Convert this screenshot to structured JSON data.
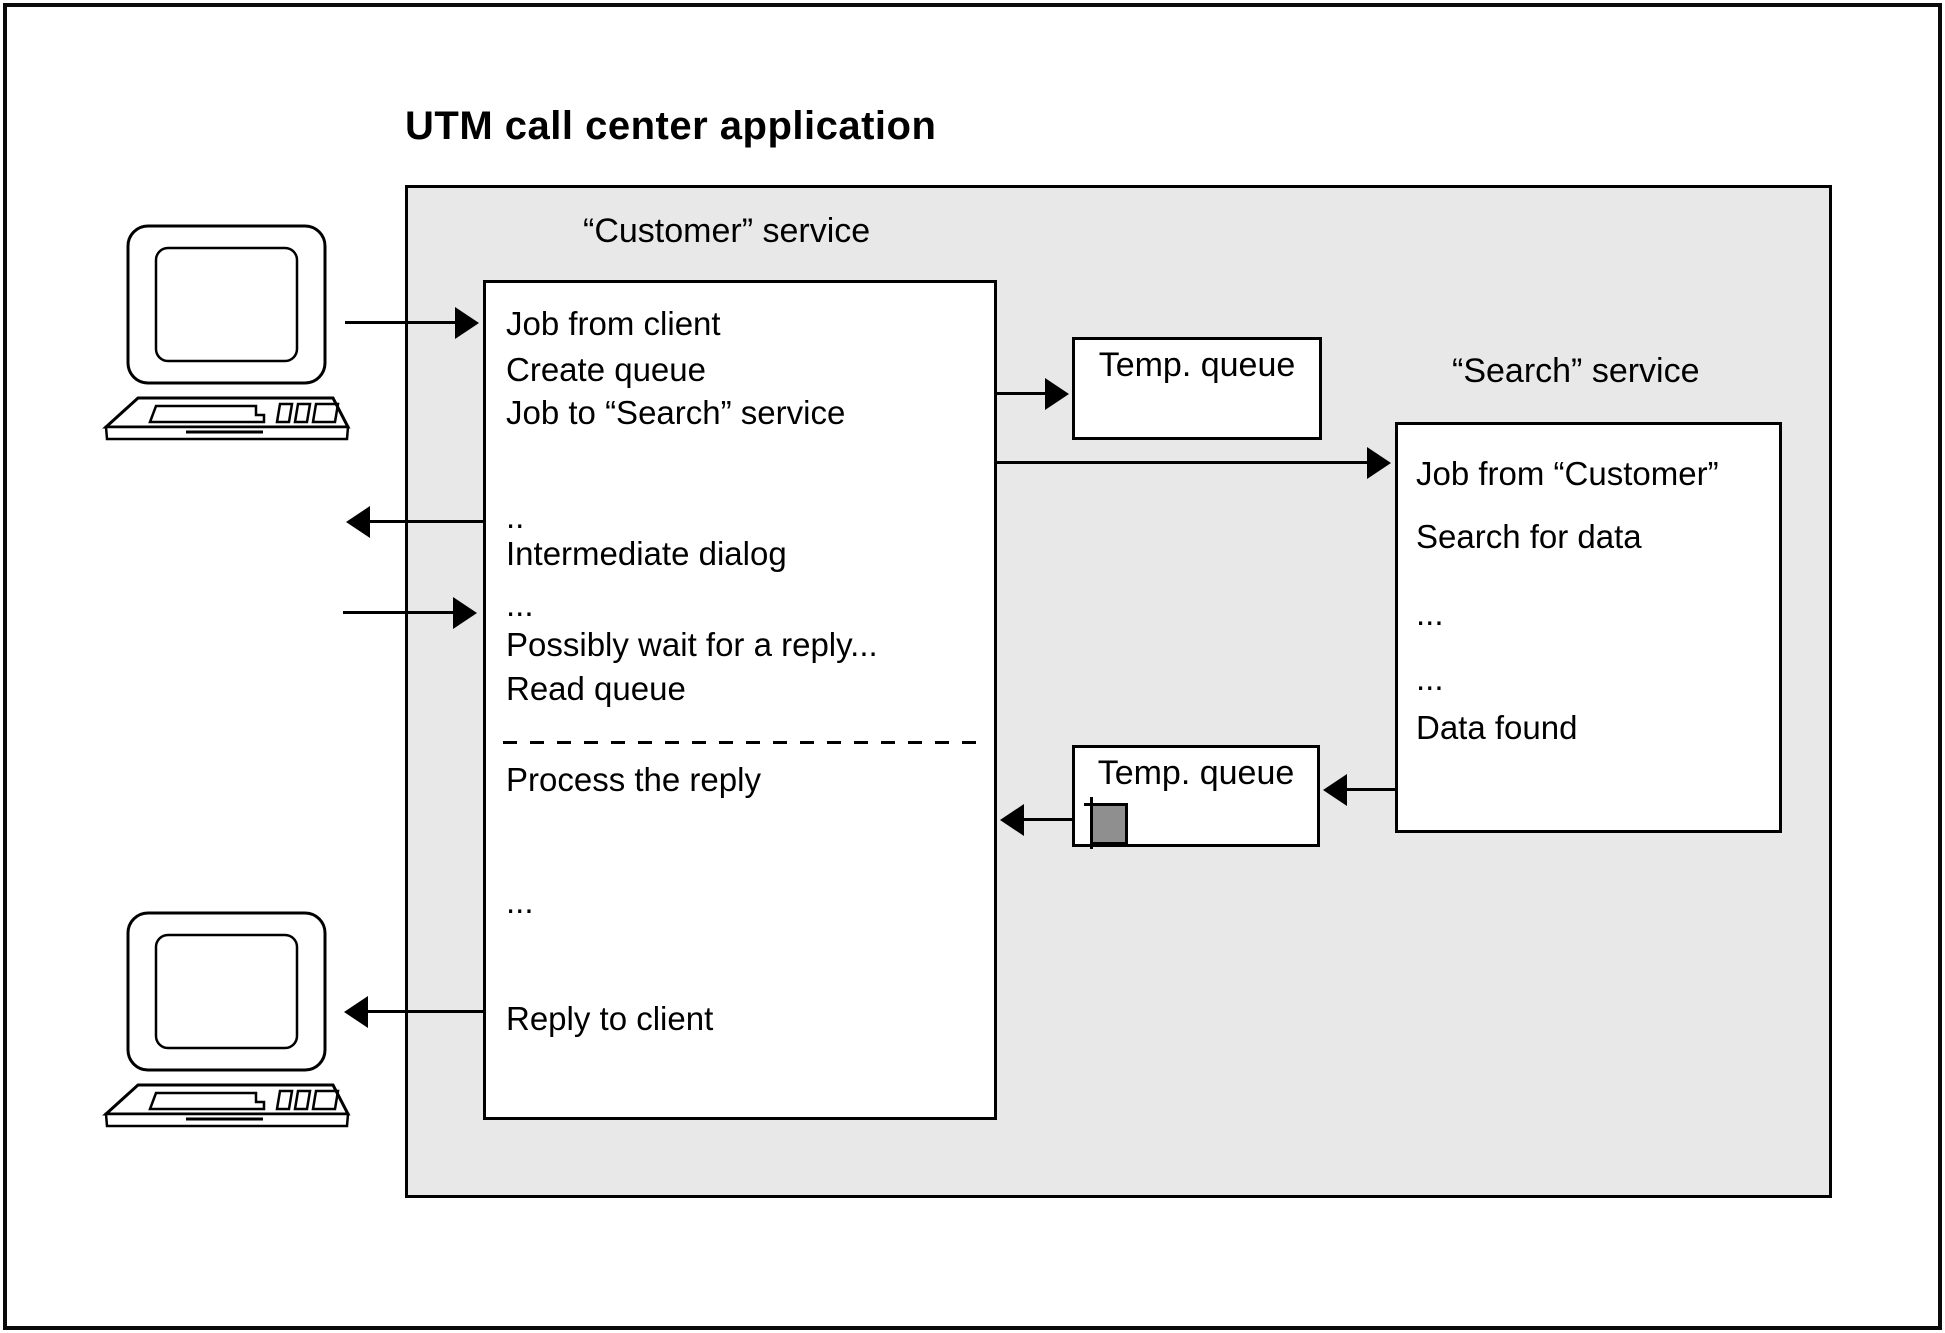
{
  "title": "UTM call center application",
  "customer_service": {
    "label": "“Customer” service",
    "steps": [
      "Job from client",
      "Create queue",
      "Job to “Search” service",
      "..",
      "Intermediate dialog",
      "...",
      "Possibly wait for a reply...",
      "Read queue",
      "Process the reply",
      "...",
      "Reply to client"
    ]
  },
  "search_service": {
    "label": "“Search” service",
    "steps": [
      "Job from “Customer”",
      "Search for data",
      "...",
      "...",
      "Data found"
    ]
  },
  "temp_queues": {
    "top": {
      "label": "Temp. queue"
    },
    "bottom": {
      "label": "Temp. queue",
      "icon": "queue-message-icon"
    }
  },
  "icons": {
    "client_terminal_top": "computer-terminal-icon",
    "client_terminal_bottom": "computer-terminal-icon",
    "queue_message": "queue-message-icon"
  },
  "colors": {
    "container_fill": "#e8e8e8",
    "box_fill": "#ffffff",
    "border": "#000000",
    "text": "#000000",
    "queue_item_fill": "#8f8f8f"
  }
}
